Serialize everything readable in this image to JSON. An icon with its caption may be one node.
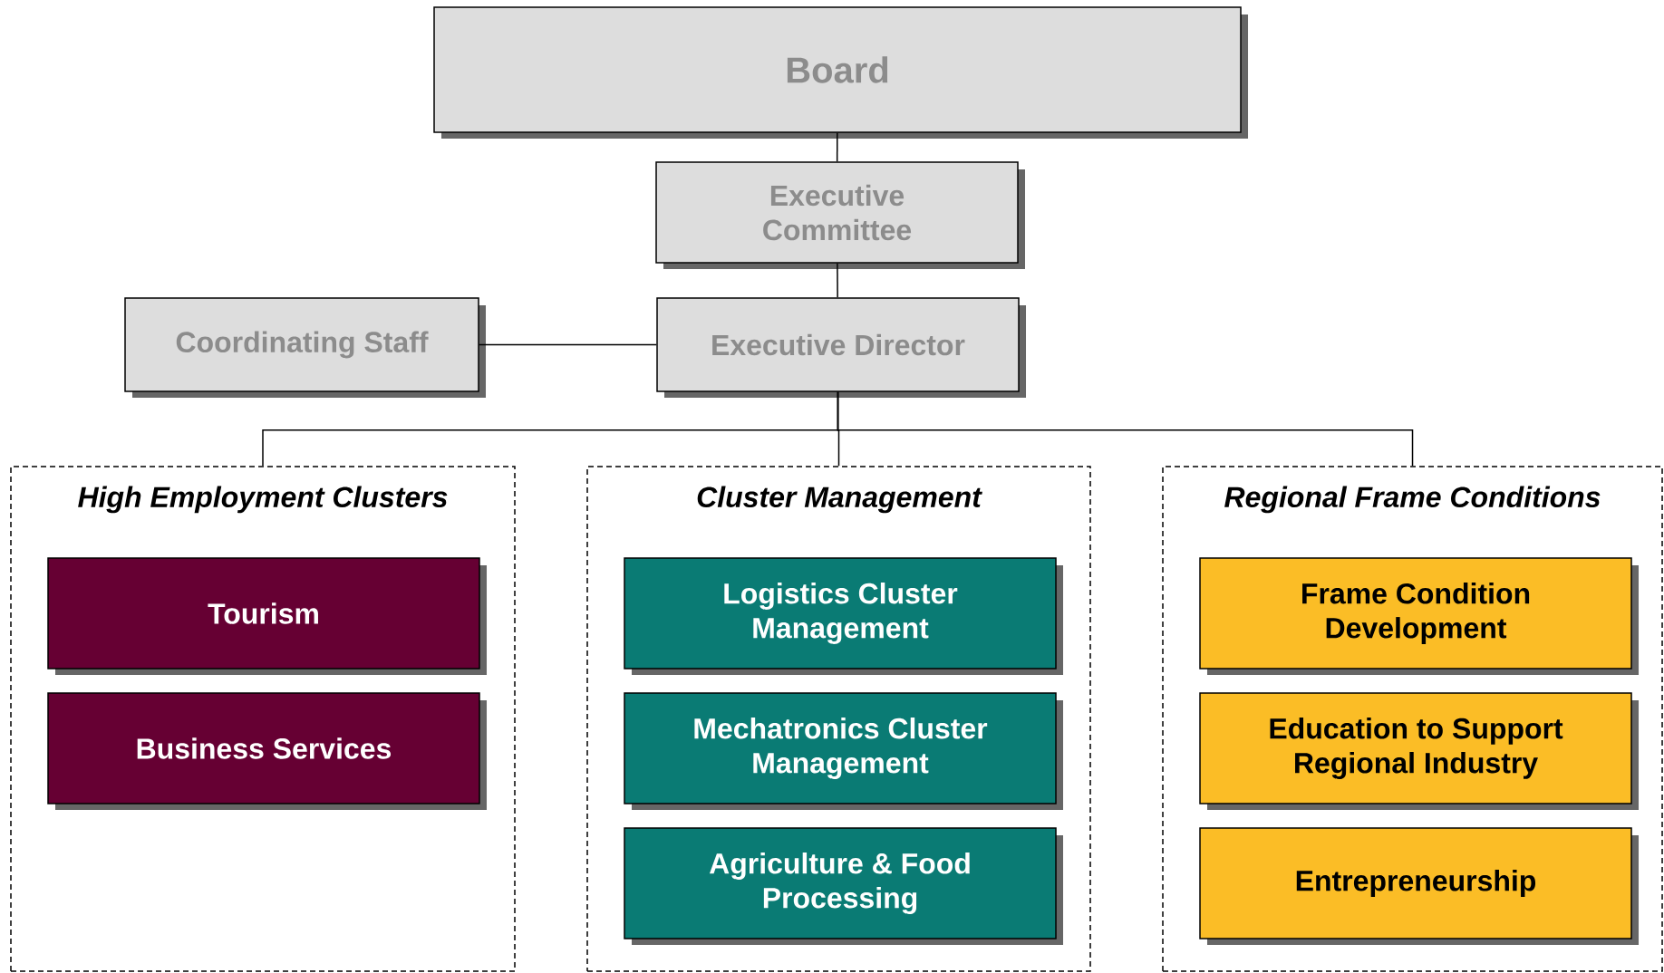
{
  "diagram": {
    "nodes": [
      {
        "text": [
          "Board"
        ]
      },
      {
        "text": [
          "Executive Committee"
        ]
      },
      {
        "text": [
          "Coordinating Staff"
        ]
      },
      {
        "text": [
          "Executive Director"
        ]
      },
      {
        "text": [
          "High Employment Clusters"
        ]
      },
      {
        "text": [
          "Tourism"
        ],
        "in": 4
      },
      {
        "text": [
          "Business Services"
        ],
        "in": 4
      },
      {
        "text": [
          "Cluster Management"
        ]
      },
      {
        "text": [
          "Logistics Cluster Management"
        ],
        "in": 7
      },
      {
        "text": [
          "Mechatronics Cluster Management"
        ],
        "in": 7
      },
      {
        "text": [
          "Agriculture & Food Processing"
        ],
        "in": 7
      },
      {
        "text": [
          "Regional Frame Conditions"
        ]
      },
      {
        "text": [
          "Frame Condition Development"
        ],
        "in": 11
      },
      {
        "text": [
          "Education to Support Regional Industry"
        ],
        "in": 11
      },
      {
        "text": [
          "Entrepreneurship"
        ],
        "in": 11
      }
    ],
    "edges": [
      {
        "from": 0,
        "to": 1,
        "arrow": "none"
      },
      {
        "from": 1,
        "to": 3,
        "arrow": "none"
      },
      {
        "from": 2,
        "to": 3,
        "arrow": "none"
      },
      {
        "from": 3,
        "to": 4,
        "arrow": "none"
      },
      {
        "from": 3,
        "to": 7,
        "arrow": "none"
      },
      {
        "from": 3,
        "to": 11,
        "arrow": "none"
      }
    ]
  }
}
